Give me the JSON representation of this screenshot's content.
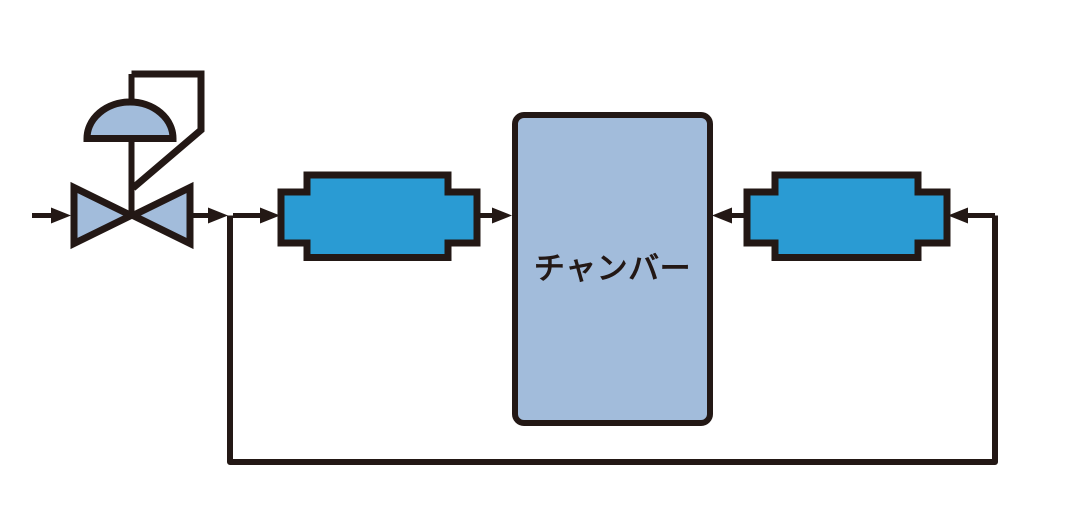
{
  "diagram": {
    "chamber_label": "チャンバー",
    "colors": {
      "background": "#ffffff",
      "line": "#231815",
      "component_light_blue": "#a2bcdb",
      "block_blue": "#2a9bd3"
    },
    "components": [
      {
        "id": "inlet-flow",
        "type": "flow-arrow"
      },
      {
        "id": "control-valve",
        "type": "diaphragm-actuated-control-valve"
      },
      {
        "id": "left-process-block",
        "type": "inline-process-block"
      },
      {
        "id": "chamber",
        "type": "vessel"
      },
      {
        "id": "right-process-block",
        "type": "inline-process-block"
      },
      {
        "id": "feedback-loop",
        "type": "bypass-pipe-loop"
      }
    ]
  }
}
